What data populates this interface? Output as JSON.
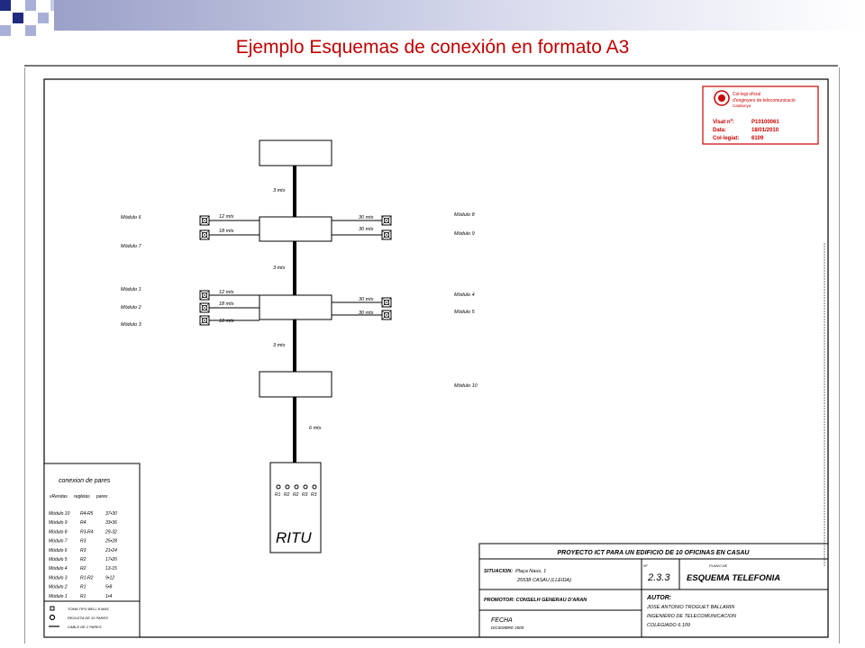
{
  "slide": {
    "title": "Ejemplo Esquemas de conexión en formato A3"
  },
  "colors": {
    "title": "#c00000",
    "stamp": "#cc0000",
    "deco_dark": "#1f2a80",
    "deco_light": "#a9b0d8"
  },
  "stamp": {
    "org_line1": "Col·legi oficial",
    "org_line2": "d'enginyers de telecomunicació",
    "org_line3": "Catalunya",
    "visat_label": "Visat nº:",
    "visat_value": "P10100061",
    "data_label": "Data:",
    "data_value": "18/01/2010",
    "col_label": "Col·legiat:",
    "col_value": "6109"
  },
  "diagram": {
    "risers": [
      "3 mts",
      "3 mts",
      "3 mts",
      "6 mts"
    ],
    "floor1": {
      "left_lines": [
        "12 mts",
        "18 mts"
      ],
      "right_lines": [
        "30 mts",
        "30 mts"
      ],
      "left_modules": [
        "Módulo 6",
        "Módulo 7"
      ],
      "right_modules": [
        "Módulo 8",
        "Módulo 9"
      ]
    },
    "floor2": {
      "left_lines": [
        "12 mts",
        "18 mts",
        "18 mts"
      ],
      "right_lines": [
        "30 mts",
        "30 mts"
      ],
      "left_modules": [
        "Módulo 1",
        "Módulo 2",
        "Módulo 3"
      ],
      "right_modules": [
        "Módulo 4",
        "Módulo 5"
      ]
    },
    "floor3": {
      "right_modules": [
        "Módulo 10"
      ]
    },
    "ritu": {
      "label": "RITU",
      "regletas": [
        "R1",
        "R2",
        "R2",
        "R3",
        "R3"
      ]
    }
  },
  "legend": {
    "title": "conexion de pares",
    "headers": [
      "vRendas",
      "regletas",
      "pares"
    ],
    "rows": [
      [
        "Módulo 10",
        "R4-R5",
        "37•30"
      ],
      [
        "Módulo 9",
        "R4",
        "33•36"
      ],
      [
        "Módulo 8",
        "R3-R4",
        "29-32"
      ],
      [
        "Módulo 7",
        "R3",
        "25•28"
      ],
      [
        "Módulo 6",
        "R3",
        "21•24"
      ],
      [
        "Módulo 5",
        "R2",
        "17•20"
      ],
      [
        "Módulo 4",
        "R2",
        "13-15"
      ],
      [
        "Módulo 3",
        "R1-R2",
        "9•12"
      ],
      [
        "Módulo 2",
        "R1",
        "5•8"
      ],
      [
        "Módulo 1",
        "R1",
        "1•4"
      ]
    ],
    "symbols": [
      "TOMA TIPO BELL 8 MAS",
      "REGLETA DE 10 PARES",
      "CABLE DE 2 PARES"
    ]
  },
  "titleblock": {
    "project": "PROYECTO ICT PARA UN EDIFICIO DE 10 OFICINAS EN CASAU",
    "situacion_label": "SITUACION:",
    "situacion_line1": "Plaça Naus, 1",
    "situacion_line2": "25538 CASAU (LLEIDA)",
    "nplano_label": "Nº",
    "nplano_value": "2.3.3",
    "plano_label": "PLANO DE",
    "plano_value": "ESQUEMA TELEFONIA",
    "promotor": "PROMOTOR: CONSELH GENERAU D'ARAN",
    "autor_label": "AUTOR:",
    "autor_name": "JOSE ANTONIO TROGUET BALLARIN",
    "autor_title": "INGENIERO DE TELECOMUNICACION",
    "autor_col": "COLEGIADO 6.109",
    "fecha_label": "FECHA",
    "fecha_value": "DICIEMBRE 2009"
  }
}
